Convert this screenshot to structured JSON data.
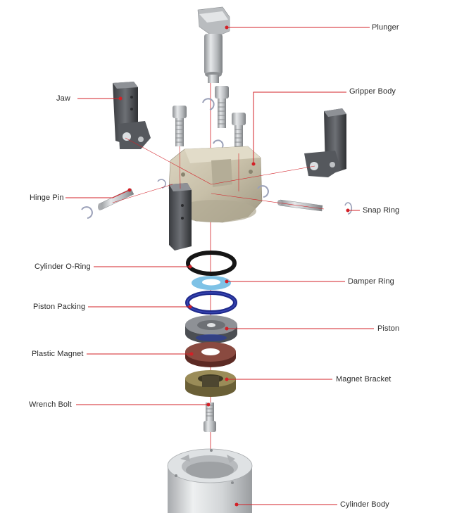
{
  "labels": {
    "plunger": "Plunger",
    "jaw": "Jaw",
    "gripper_body": "Gripper Body",
    "hinge_pin": "Hinge Pin",
    "snap_ring": "Snap Ring",
    "cylinder_o_ring": "Cylinder O-Ring",
    "damper_ring": "Damper Ring",
    "piston_packing": "Piston Packing",
    "piston": "Piston",
    "plastic_magnet": "Plastic Magnet",
    "magnet_bracket": "Magnet Bracket",
    "wrench_bolt": "Wrench Bolt",
    "cylinder_body": "Cylinder Body"
  },
  "colors": {
    "leader": "#d32027",
    "label_text": "#2b2b2b",
    "o_ring": "#151515",
    "damper_ring": "#7ec2e6",
    "piston_packing": "#1f2a8c",
    "plastic_magnet": "#7a3a32",
    "magnet_bracket": "#8a7a48",
    "metal_light": "#cfd2d4",
    "metal_dark": "#4a4c50",
    "body_beige": "#cbc3ad"
  }
}
